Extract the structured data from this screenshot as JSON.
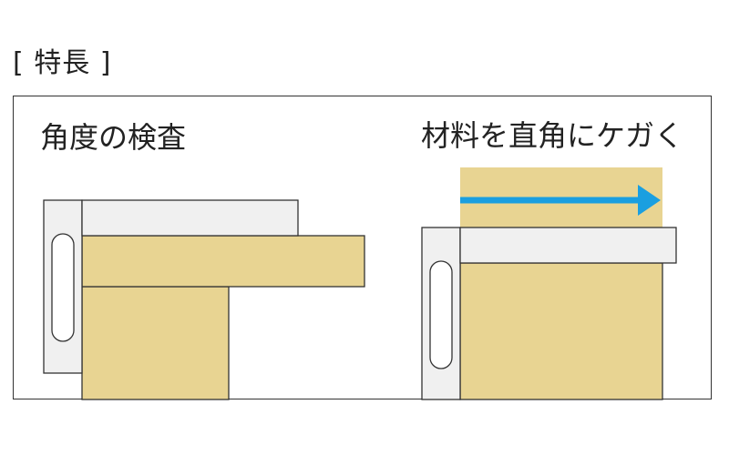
{
  "header": {
    "title": "[ 特長 ]"
  },
  "left_panel": {
    "caption": "角度の検査"
  },
  "right_panel": {
    "caption": "材料を直角にケガく"
  },
  "colors": {
    "wood": "#e8d492",
    "square_tool": "#f0f0f0",
    "outline": "#333333",
    "arrow": "#1a9fe0"
  }
}
